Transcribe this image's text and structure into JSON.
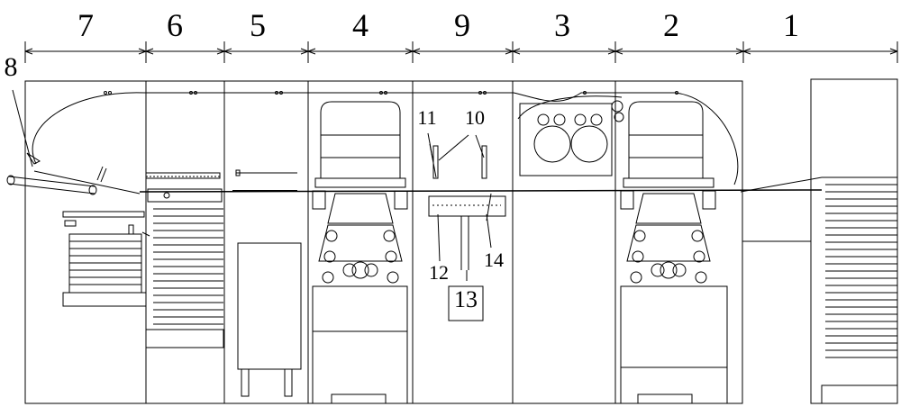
{
  "sections": [
    {
      "label": "7"
    },
    {
      "label": "6"
    },
    {
      "label": "5"
    },
    {
      "label": "4"
    },
    {
      "label": "9"
    },
    {
      "label": "3"
    },
    {
      "label": "2"
    },
    {
      "label": "1"
    }
  ],
  "callouts": {
    "c8": "8",
    "c10": "10",
    "c11": "11",
    "c12": "12",
    "c13": "13",
    "c14": "14"
  }
}
